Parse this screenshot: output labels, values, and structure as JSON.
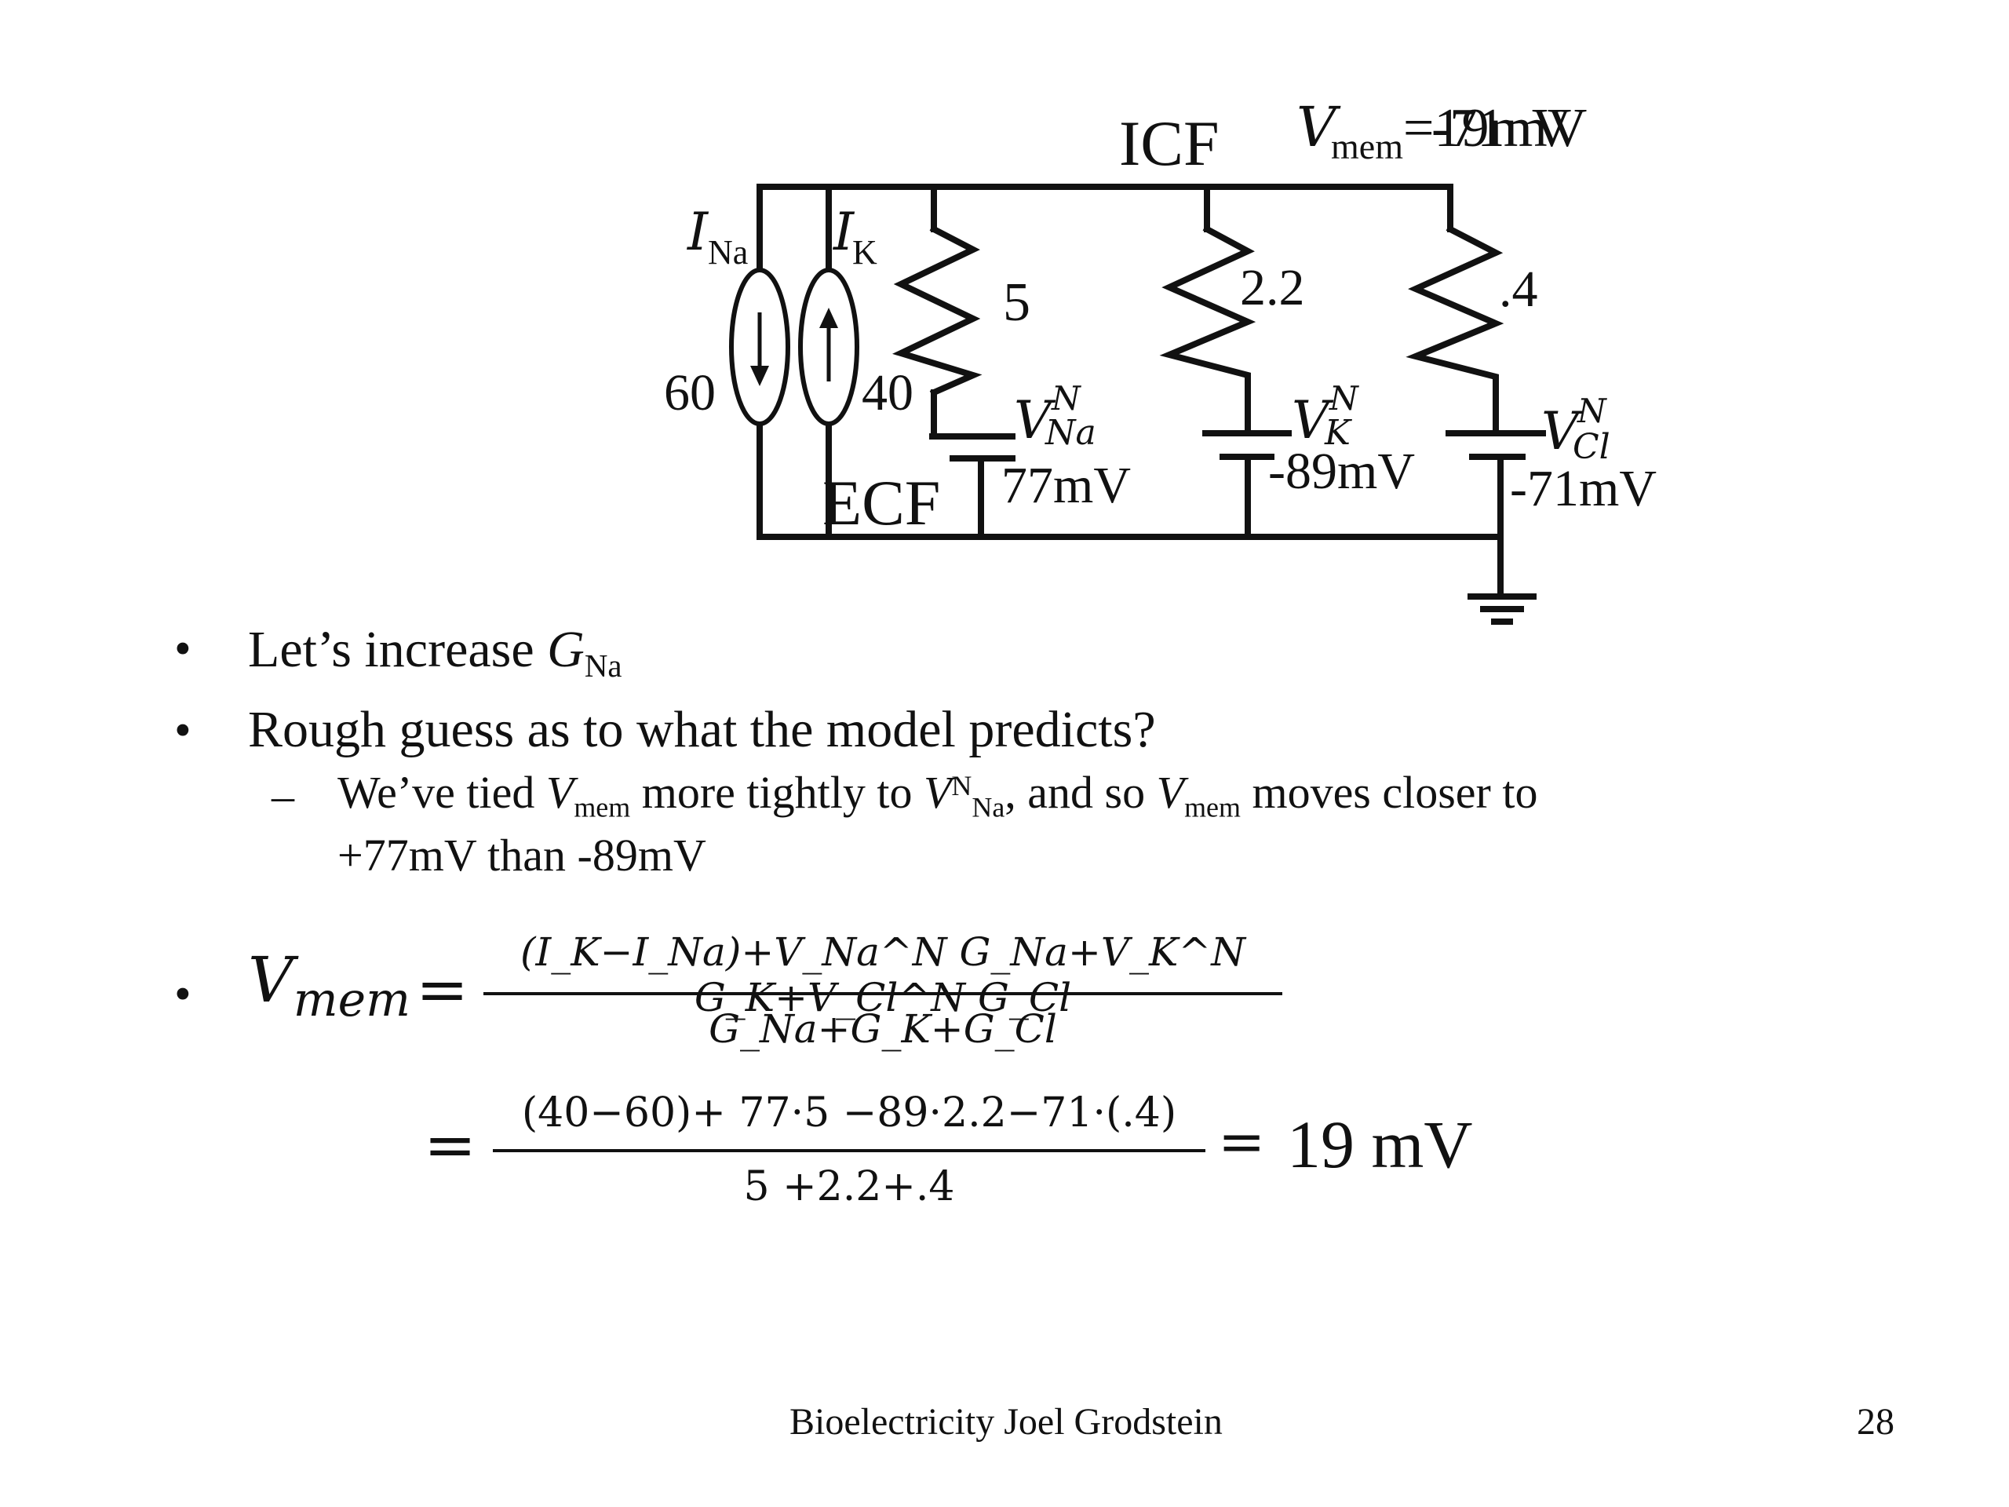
{
  "circuit": {
    "icf_label": "ICF",
    "ecf_label": "ECF",
    "vmem_label_main": "V",
    "vmem_label_sub": "mem",
    "vmem_value_a": "=19mV",
    "vmem_value_b": "-71mV",
    "ina_main": "I",
    "ina_sub": "Na",
    "ik_main": "I",
    "ik_sub": "K",
    "ina_value": "60",
    "ik_value": "40",
    "g_na": "5",
    "g_k": "2.2",
    "g_cl": ".4",
    "v_na_main": "V",
    "v_na_sup": "N",
    "v_na_sub": "Na",
    "v_k_main": "V",
    "v_k_sup": "N",
    "v_k_sub": "K",
    "v_cl_main": "V",
    "v_cl_sup": "N",
    "v_cl_sub": "Cl",
    "e_na": "77mV",
    "e_k": "-89mV",
    "e_cl": "-71mV"
  },
  "bullets": {
    "b1_text": "Let’s increase ",
    "b1_var": "G",
    "b1_sub": "Na",
    "b2_text": "Rough guess as to what the model predicts?",
    "sub1_a": "We’ve tied ",
    "sub1_v1": "V",
    "sub1_mem1": "mem",
    "sub1_b": " more tightly to ",
    "sub1_v2": "V",
    "sub1_n": "N",
    "sub1_na": "Na",
    "sub1_c": ", and so ",
    "sub1_v3": "V",
    "sub1_mem2": "mem",
    "sub1_d": " moves closer to",
    "sub1_line2": "+77mV than -89mV",
    "bullet_mark": "•",
    "dash_mark": "–"
  },
  "equation": {
    "lhs_main": "V",
    "lhs_sub": "mem",
    "equals": "=",
    "num_sym": "(I_K−I_Na)+V_Na^N G_Na+V_K^N G_K+V_Cl^N G_Cl",
    "den_sym": "G_Na+G_K+G_Cl",
    "num_values": "(40−60)+ 77·5 −89·2.2−71·(.4)",
    "den_values": "5 +2.2+.4",
    "result": "19 mV"
  },
  "footer": {
    "credit": "Bioelectricity Joel Grodstein",
    "page_number": "28"
  }
}
